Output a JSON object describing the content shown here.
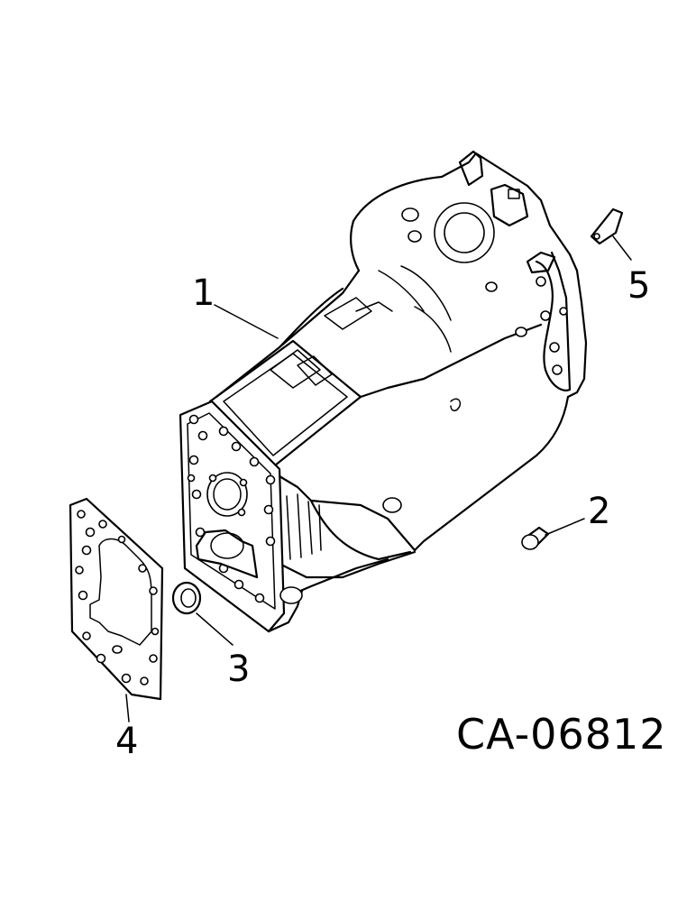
{
  "callouts": {
    "part1": "1",
    "part2": "2",
    "part3": "3",
    "part4": "4",
    "part5": "5"
  },
  "reference_code": "CA-06812",
  "colors": {
    "ink": "#000000",
    "paper": "#ffffff"
  }
}
